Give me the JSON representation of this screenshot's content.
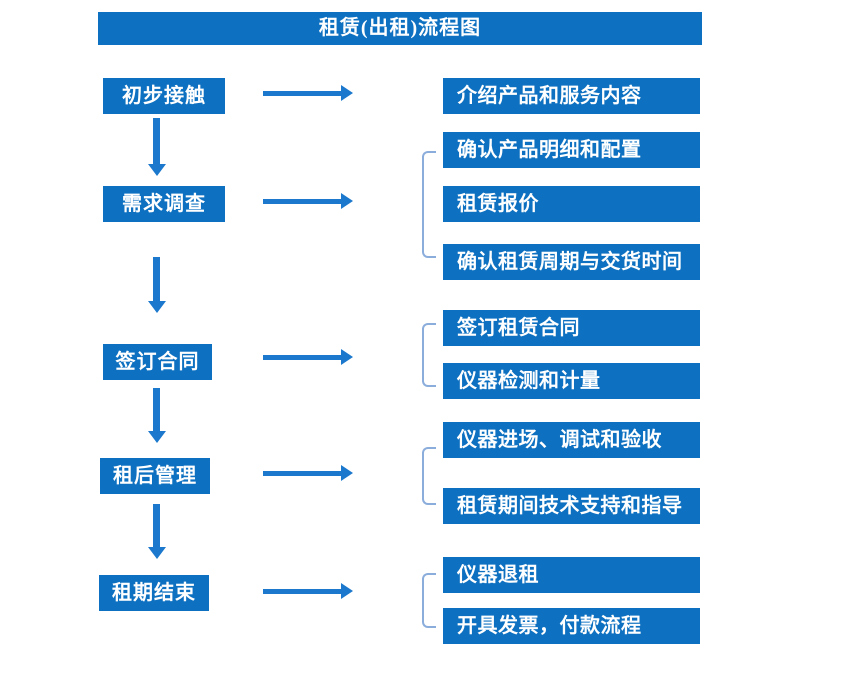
{
  "title": "租赁(出租)流程图",
  "colors": {
    "box_blue": "#0d70c0",
    "arrow_blue": "#1b78cc",
    "bracket_blue": "#8baddb",
    "text_white": "#ffffff",
    "background": "#ffffff"
  },
  "steps": [
    {
      "label": "初步接触",
      "details": [
        "介绍产品和服务内容"
      ]
    },
    {
      "label": "需求调查",
      "details": [
        "确认产品明细和配置",
        "租赁报价",
        "确认租赁周期与交货时间"
      ]
    },
    {
      "label": "签订合同",
      "details": [
        "签订租赁合同",
        "仪器检测和计量"
      ]
    },
    {
      "label": "租后管理",
      "details": [
        "仪器进场、调试和验收",
        "租赁期间技术支持和指导"
      ]
    },
    {
      "label": "租期结束",
      "details": [
        "仪器退租",
        "开具发票，付款流程"
      ]
    }
  ]
}
